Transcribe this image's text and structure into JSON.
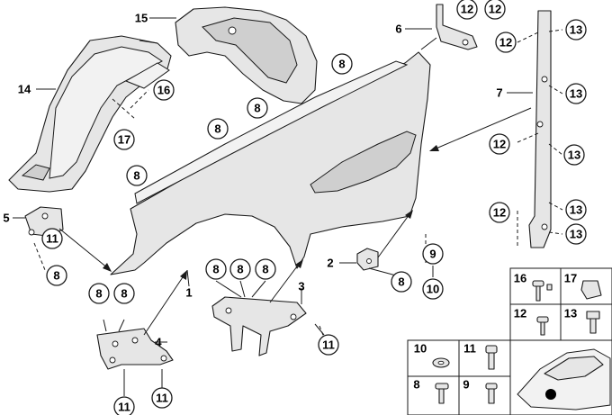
{
  "labels": {
    "l1": "1",
    "l2": "2",
    "l3": "3",
    "l4": "4",
    "l5": "5",
    "l6": "6",
    "l7": "7",
    "l14": "14",
    "l15": "15",
    "c16": "16",
    "c17": "17",
    "c8a": "8",
    "c8b": "8",
    "c8c": "8",
    "c8d": "8",
    "c8e": "8",
    "c8f": "8",
    "c8g": "8",
    "c8h": "8",
    "c8i": "8",
    "c8j": "8",
    "c8k": "8",
    "c9": "9",
    "c10": "10",
    "c11a": "11",
    "c11b": "11",
    "c11c": "11",
    "c11d": "11",
    "c12a": "12",
    "c12b": "12",
    "c12c": "12",
    "c12d": "12",
    "c12e": "12",
    "c13a": "13",
    "c13b": "13",
    "c13c": "13",
    "c13d": "13",
    "c13e": "13"
  },
  "legend": {
    "k16": "16",
    "k17": "17",
    "k12": "12",
    "k13": "13",
    "k10": "10",
    "k11": "11",
    "k8": "8",
    "k9": "9"
  }
}
